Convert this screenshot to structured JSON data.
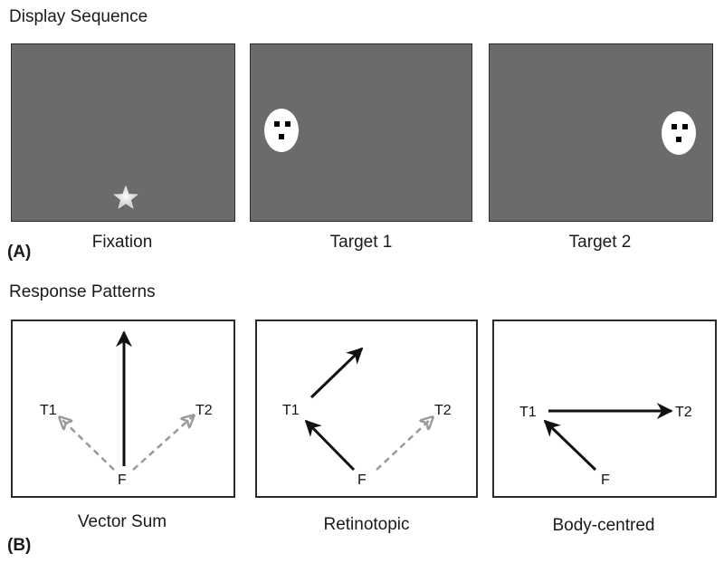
{
  "panel_a": {
    "heading": "Display Sequence",
    "label": "(A)",
    "screens": [
      {
        "caption": "Fixation"
      },
      {
        "caption": "Target 1"
      },
      {
        "caption": "Target 2"
      }
    ]
  },
  "panel_b": {
    "heading": "Response Patterns",
    "label": "(B)",
    "frames": [
      {
        "caption": "Vector Sum",
        "labels": {
          "t1": "T1",
          "t2": "T2",
          "f": "F"
        }
      },
      {
        "caption": "Retinotopic",
        "labels": {
          "t1": "T1",
          "t2": "T2",
          "f": "F"
        }
      },
      {
        "caption": "Body-centred",
        "labels": {
          "t1": "T1",
          "t2": "T2",
          "f": "F"
        }
      }
    ]
  },
  "colors": {
    "screen_bg": "#6b6b6b",
    "solid_arrow": "#111111",
    "dashed_arrow": "#9a9a9a",
    "face": "#ffffff",
    "star": "#d9d9d9"
  },
  "icons": [
    "star-icon",
    "face-icon"
  ]
}
